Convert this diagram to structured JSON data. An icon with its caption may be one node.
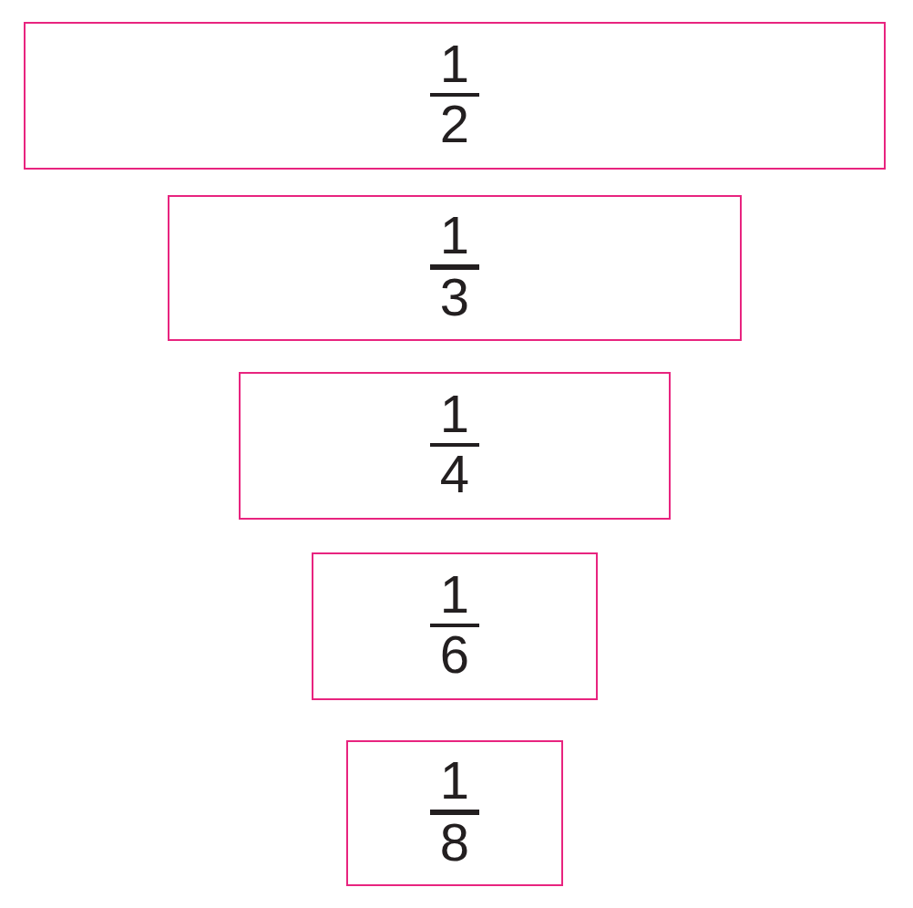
{
  "diagram": {
    "nodes": [
      {
        "text": [
          "1",
          "2"
        ]
      },
      {
        "text": [
          "1",
          "3"
        ]
      },
      {
        "text": [
          "1",
          "4"
        ]
      },
      {
        "text": [
          "1",
          "6"
        ]
      },
      {
        "text": [
          "1",
          "8"
        ]
      }
    ]
  }
}
